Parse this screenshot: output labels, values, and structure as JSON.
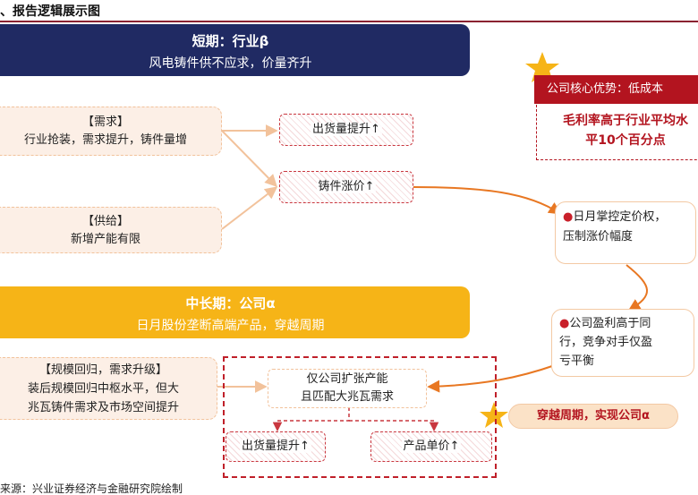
{
  "header": {
    "title": "、报告逻辑展示图"
  },
  "short_term": {
    "title": "短期：行业β",
    "subtitle": "风电铸件供不应求，价量齐升"
  },
  "demand": {
    "label": "【需求】",
    "text": "行业抢装，需求提升，铸件量增"
  },
  "supply": {
    "label": "【供给】",
    "text": "新增产能有限"
  },
  "short_results": {
    "shipment": "出货量提升↑",
    "price_rise": "铸件涨价↑"
  },
  "core_advantage": {
    "title": "公司核心优势：低成本",
    "line1": "毛利率高于行业平均水",
    "line2": "平10个百分点"
  },
  "pricing_power": {
    "bullet": "●",
    "line1": "日月掌控定价权，",
    "line2": "压制涨价幅度"
  },
  "profit": {
    "bullet": "●",
    "line1": "公司盈利高于同",
    "line2": "行，竞争对手仅盈",
    "line3": "亏平衡"
  },
  "long_term": {
    "title": "中长期：公司α",
    "subtitle": "日月股份垄断高端产品，穿越周期"
  },
  "scale": {
    "label": "【规模回归，需求升级】",
    "line1": "装后规模回归中枢水平，但大",
    "line2": "兆瓦铸件需求及市场空间提升"
  },
  "capacity": {
    "line1": "仅公司扩张产能",
    "line2": "且匹配大兆瓦需求"
  },
  "long_results": {
    "shipment": "出货量提升↑",
    "unit_price": "产品单价↑"
  },
  "conclusion": {
    "text": "穿越周期，实现公司α"
  },
  "source": {
    "text": "来源：兴业证券经济与金融研究院绘制"
  },
  "colors": {
    "navy": "#202a63",
    "gold": "#f6b417",
    "red": "#b3141f",
    "orange_line": "#e87722",
    "pink_bg": "#fcefe6"
  }
}
